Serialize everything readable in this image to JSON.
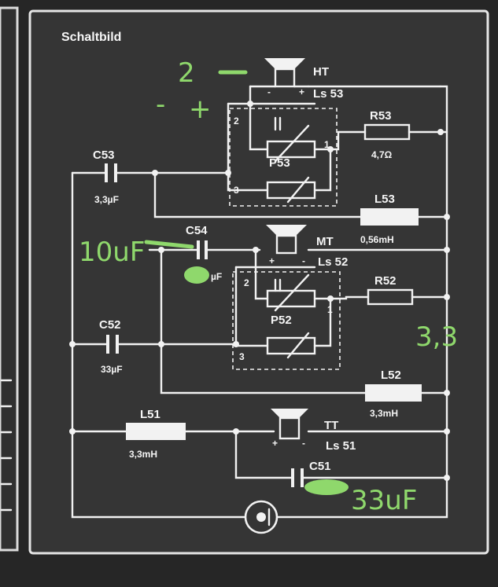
{
  "title": "Schaltbild",
  "colors": {
    "panel": "#333333",
    "line": "#f2f2f2",
    "marker": "#8fd86c"
  },
  "labels": {
    "c53": "C53",
    "c53_val": "3,3µF",
    "c54": "C54",
    "c54_val": "µF",
    "c52": "C52",
    "c52_val": "33µF",
    "c51": "C51",
    "r53": "R53",
    "r53_val": "4,7Ω",
    "r52": "R52",
    "l53": "L53",
    "l53_val": "0,56mH",
    "l52": "L52",
    "l52_val": "3,3mH",
    "l51": "L51",
    "l51_val": "3,3mH",
    "p53": "P53",
    "p52": "P52",
    "ht": "HT",
    "ht_ls": "Ls 53",
    "mt": "MT",
    "mt_ls": "Ls 52",
    "tt": "TT",
    "tt_ls": "Ls 51",
    "pin1": "1",
    "pin2": "2",
    "pin3": "3",
    "plus": "+",
    "minus": "-"
  },
  "annotations": {
    "a1": "2",
    "a2": "-",
    "a3": "+",
    "a4": "10uF",
    "a5": "3,3",
    "a6": "33uF"
  }
}
